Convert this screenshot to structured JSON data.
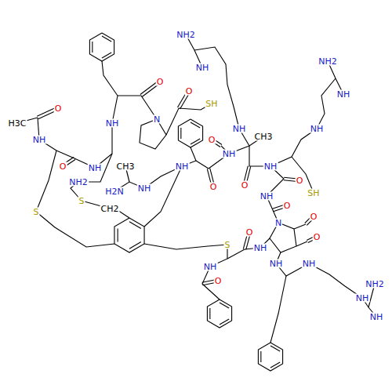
{
  "diagram": {
    "labels": [
      "NH2",
      "NH",
      "NH2",
      "NH",
      "O",
      "H3C",
      "O",
      "NH",
      "N",
      "O",
      "NH",
      "SH",
      "NH",
      "CH3",
      "NH",
      "O",
      "NH",
      "O",
      "NH",
      "NH2",
      "CH3",
      "NH",
      "H2N",
      "NH",
      "S",
      "CH2",
      "S",
      "O",
      "O",
      "NH",
      "O",
      "NH",
      "SH",
      "O",
      "N",
      "O",
      "S",
      "O",
      "NH",
      "O",
      "NH",
      "NH",
      "NH",
      "O",
      "NH",
      "NH2",
      "NH"
    ]
  }
}
